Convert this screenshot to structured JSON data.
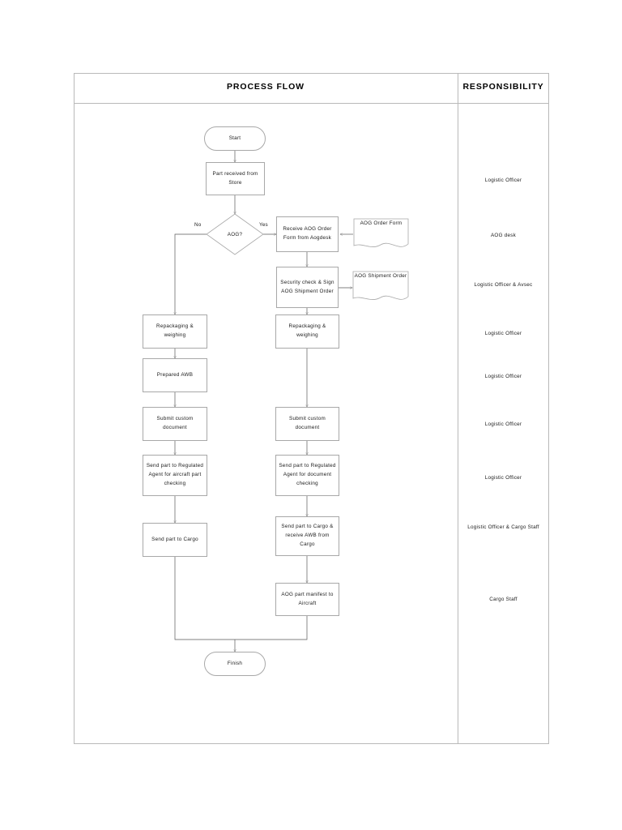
{
  "document": {
    "columns": {
      "process_flow": "PROCESS FLOW",
      "responsibility": "RESPONSIBILITY"
    }
  },
  "chart_data": {
    "type": "diagram",
    "diagram_kind": "flowchart",
    "title": "PROCESS FLOW",
    "orientation": "top-to-bottom",
    "swimlane_columns": [
      "PROCESS FLOW",
      "RESPONSIBILITY"
    ],
    "nodes": [
      {
        "id": "start",
        "shape": "terminator",
        "label": "Start"
      },
      {
        "id": "part_recv",
        "shape": "process",
        "label": "Part received from Store"
      },
      {
        "id": "aog_decision",
        "shape": "decision",
        "label": "AOG?"
      },
      {
        "id": "recv_aog",
        "shape": "process",
        "label": "Receive AOG Order Form from Aogdesk"
      },
      {
        "id": "aog_order_doc",
        "shape": "document",
        "label": "AOG Order Form"
      },
      {
        "id": "sec_check",
        "shape": "process",
        "label": "Security check & Sign AOG Shipment Order"
      },
      {
        "id": "aog_ship_doc",
        "shape": "document",
        "label": "AOG Shipment Order"
      },
      {
        "id": "repack_l",
        "shape": "process",
        "label": "Repackaging & weighing"
      },
      {
        "id": "prep_awb",
        "shape": "process",
        "label": "Prepared AWB"
      },
      {
        "id": "submit_cust_l",
        "shape": "process",
        "label": "Submit custom document"
      },
      {
        "id": "reg_agent_l",
        "shape": "process",
        "label": "Send part to Regulated Agent for aircraft part checking"
      },
      {
        "id": "send_cargo_l",
        "shape": "process",
        "label": "Send part to Cargo"
      },
      {
        "id": "repack_r",
        "shape": "process",
        "label": "Repackaging & weighing"
      },
      {
        "id": "submit_cust_r",
        "shape": "process",
        "label": "Submit custom document"
      },
      {
        "id": "reg_agent_r",
        "shape": "process",
        "label": "Send part to Regulated Agent for document checking"
      },
      {
        "id": "send_cargo_r",
        "shape": "process",
        "label": "Send part to Cargo & receive AWB from Cargo"
      },
      {
        "id": "manifest",
        "shape": "process",
        "label": "AOG part manifest to Aircraft"
      },
      {
        "id": "finish",
        "shape": "terminator",
        "label": "Finish"
      }
    ],
    "edges": [
      {
        "from": "start",
        "to": "part_recv",
        "label": ""
      },
      {
        "from": "part_recv",
        "to": "aog_decision",
        "label": ""
      },
      {
        "from": "aog_decision",
        "to": "recv_aog",
        "label": "Yes"
      },
      {
        "from": "aog_decision",
        "to": "repack_l",
        "label": "No"
      },
      {
        "from": "aog_order_doc",
        "to": "recv_aog",
        "label": ""
      },
      {
        "from": "recv_aog",
        "to": "sec_check",
        "label": ""
      },
      {
        "from": "sec_check",
        "to": "aog_ship_doc",
        "label": ""
      },
      {
        "from": "sec_check",
        "to": "repack_r",
        "label": ""
      },
      {
        "from": "repack_l",
        "to": "prep_awb",
        "label": ""
      },
      {
        "from": "prep_awb",
        "to": "submit_cust_l",
        "label": ""
      },
      {
        "from": "submit_cust_l",
        "to": "reg_agent_l",
        "label": ""
      },
      {
        "from": "reg_agent_l",
        "to": "send_cargo_l",
        "label": ""
      },
      {
        "from": "send_cargo_l",
        "to": "finish",
        "label": ""
      },
      {
        "from": "repack_r",
        "to": "submit_cust_r",
        "label": ""
      },
      {
        "from": "submit_cust_r",
        "to": "reg_agent_r",
        "label": ""
      },
      {
        "from": "reg_agent_r",
        "to": "send_cargo_r",
        "label": ""
      },
      {
        "from": "send_cargo_r",
        "to": "manifest",
        "label": ""
      },
      {
        "from": "manifest",
        "to": "finish",
        "label": ""
      }
    ]
  },
  "flow": {
    "start": "Start",
    "part_received": "Part received from Store",
    "decision": "AOG?",
    "yes_label": "Yes",
    "no_label": "No",
    "receive_aog": "Receive AOG Order Form from Aogdesk",
    "aog_order_form_doc": "AOG Order Form",
    "security_check": "Security check & Sign AOG Shipment Order",
    "aog_shipment_order_doc": "AOG Shipment Order",
    "repackaging_left": "Repackaging & weighing",
    "prepared_awb": "Prepared AWB",
    "submit_custom_left": "Submit custom document",
    "regulated_agent_left": "Send part to Regulated Agent for aircraft part checking",
    "send_cargo_left": "Send part to Cargo",
    "repackaging_right": "Repackaging & weighing",
    "submit_custom_right": "Submit custom document",
    "regulated_agent_right": "Send part to Regulated Agent for document checking",
    "send_cargo_right": "Send part to Cargo & receive AWB from Cargo",
    "aog_manifest": "AOG part manifest to Aircraft",
    "finish": "Finish"
  },
  "responsibility": {
    "r1": "Logistic Officer",
    "r2": "AOG desk",
    "r3": "Logistic Officer & Avsec",
    "r4": "Logistic Officer",
    "r5": "Logistic Officer",
    "r6": "Logistic Officer",
    "r7": "Logistic Officer",
    "r8": "Logistic Officer & Cargo Staff",
    "r9": "Cargo Staff"
  }
}
